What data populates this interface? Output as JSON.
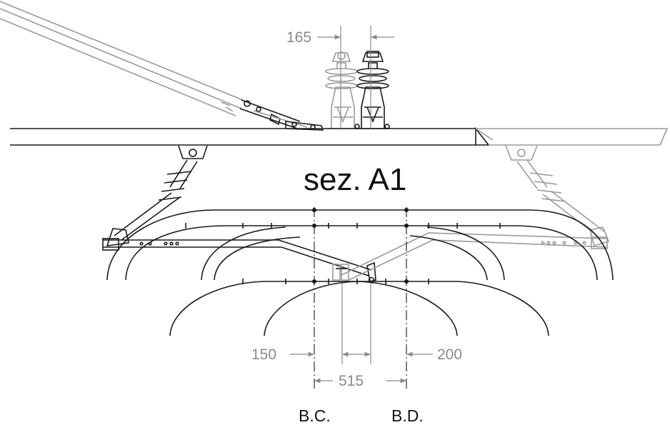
{
  "title": "sez. A1",
  "dimensions": {
    "top_offset": "165",
    "left_offset": "150",
    "right_offset": "200",
    "span": "515"
  },
  "axis_labels": {
    "left": "B.C.",
    "right": "B.D."
  },
  "colors": {
    "primary_line": "#1a1a1a",
    "secondary_line": "#9a9a9a",
    "dimension": "#8a8a8a"
  }
}
